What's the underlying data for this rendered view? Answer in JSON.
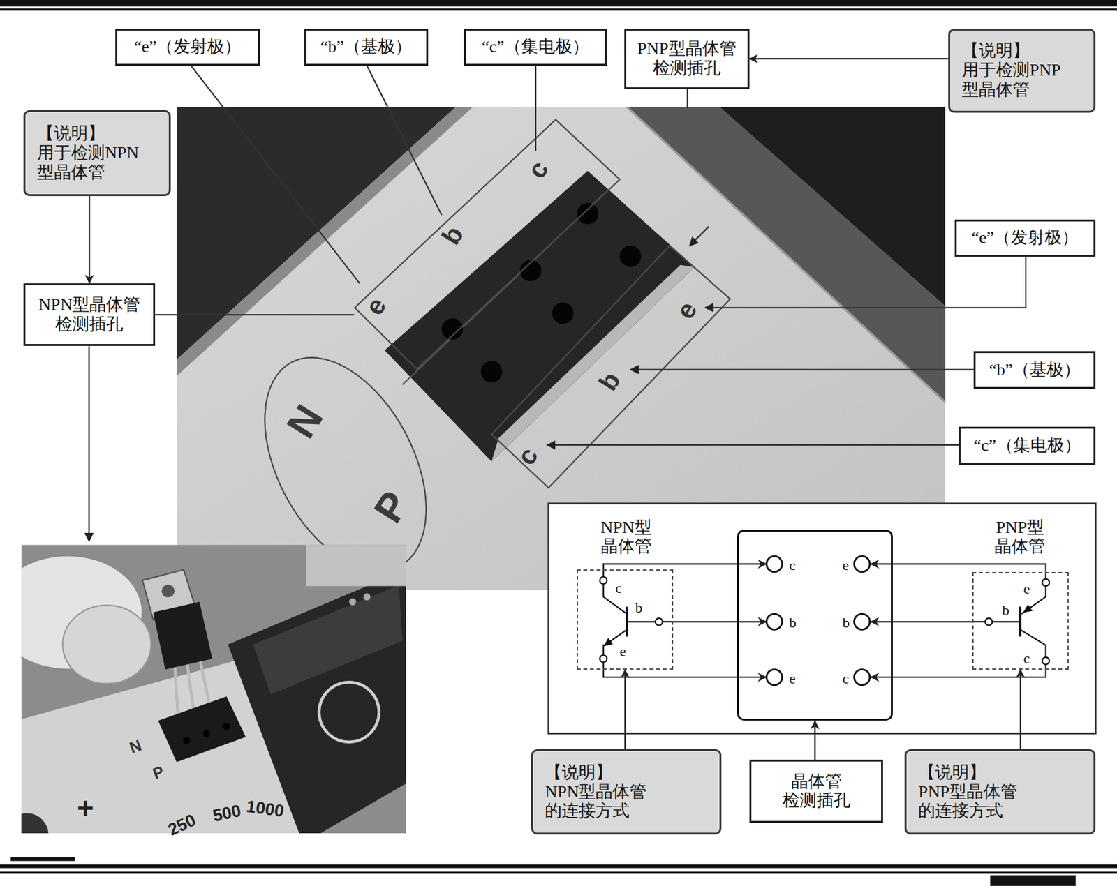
{
  "diagram": {
    "nodes": [
      {
        "text": [
          "“e”（发射极）"
        ]
      },
      {
        "text": [
          "“b”（基极）"
        ]
      },
      {
        "text": [
          "“c”（集电极）"
        ]
      },
      {
        "text": [
          "PNP型晶体管 检测插孔"
        ]
      },
      {
        "text": [
          "【说明】",
          "用于检测PNP 型晶体管"
        ]
      },
      {
        "text": [
          "【说明】",
          "用于检测NPN 型晶体管"
        ]
      },
      {
        "text": [
          "“e”（发射极）"
        ]
      },
      {
        "text": [
          "NPN型晶体管 检测插孔"
        ]
      },
      {
        "text": [
          "“b”（基极）"
        ]
      },
      {
        "text": [
          "“c”（集电极）"
        ]
      },
      {
        "text": [
          "NPN型 晶体管",
          "c",
          "b",
          "e"
        ]
      },
      {
        "text": [
          "c",
          "e",
          "b",
          "b",
          "e",
          "c"
        ]
      },
      {
        "text": [
          "PNP型 晶体管",
          "e",
          "b",
          "c"
        ]
      },
      {
        "text": [
          "【说明】",
          "NPN型晶体管 的连接方式"
        ]
      },
      {
        "text": [
          "晶体管 检测插孔"
        ]
      },
      {
        "text": [
          "【说明】",
          "PNP型晶体管 的连接方式"
        ]
      }
    ],
    "edges": [
      {
        "from": 5,
        "to": 7,
        "arrow": "to"
      },
      {
        "from": 4,
        "to": 3,
        "arrow": "to"
      },
      {
        "from": 13,
        "to": 10,
        "arrow": "to"
      },
      {
        "from": 14,
        "to": 11,
        "arrow": "to"
      },
      {
        "from": 15,
        "to": 12,
        "arrow": "to"
      },
      {
        "from": 10,
        "to": 11,
        "arrow": "to"
      },
      {
        "from": 10,
        "to": 11,
        "arrow": "to"
      },
      {
        "from": 10,
        "to": 11,
        "arrow": "to"
      },
      {
        "from": 12,
        "to": 11,
        "arrow": "to"
      },
      {
        "from": 12,
        "to": 11,
        "arrow": "to"
      },
      {
        "from": 12,
        "to": 11,
        "arrow": "to"
      }
    ],
    "labels": [
      "c",
      "b",
      "e",
      "e",
      "b",
      "c",
      "N",
      "P",
      "N",
      "P",
      "+",
      "250",
      "500",
      "1000"
    ]
  }
}
